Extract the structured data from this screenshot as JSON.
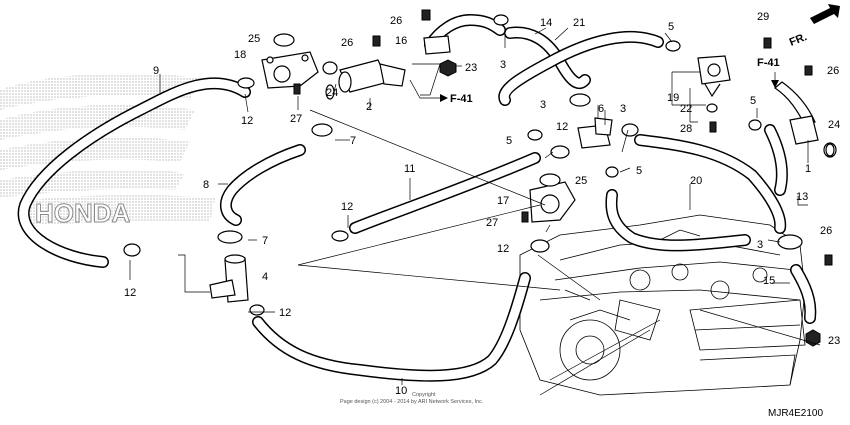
{
  "labels": {
    "p1": "1",
    "p2": "2",
    "p3a": "3",
    "p3b": "3",
    "p3c": "3",
    "p3d": "3",
    "p4": "4",
    "p5a": "5",
    "p5b": "5",
    "p5c": "5",
    "p5d": "5",
    "p6": "6",
    "p7a": "7",
    "p7b": "7",
    "p8": "8",
    "p9": "9",
    "p10": "10",
    "p11": "11",
    "p12a": "12",
    "p12b": "12",
    "p12c": "12",
    "p12d": "12",
    "p12e": "12",
    "p13": "13",
    "p14": "14",
    "p15": "15",
    "p16": "16",
    "p17": "17",
    "p18": "18",
    "p19": "19",
    "p20": "20",
    "p21": "21",
    "p22": "22",
    "p23a": "23",
    "p23b": "23",
    "p24a": "24",
    "p24b": "24",
    "p25a": "25",
    "p25b": "25",
    "p26a": "26",
    "p26b": "26",
    "p26c": "26",
    "p26d": "26",
    "p27a": "27",
    "p27b": "27",
    "p28": "28",
    "p29": "29"
  },
  "refs": {
    "f41a": "F-41",
    "f41b": "F-41"
  },
  "front_indicator": "FR.",
  "watermark": "HONDA",
  "diagram_code": "MJR4E2100",
  "copyright": {
    "line1": "Copyright",
    "line2": "Page design (c) 2004 - 2014 by ARI Network Services, Inc."
  },
  "colors": {
    "line": "#000000",
    "background": "#ffffff",
    "watermark": "#bdbdbd"
  }
}
